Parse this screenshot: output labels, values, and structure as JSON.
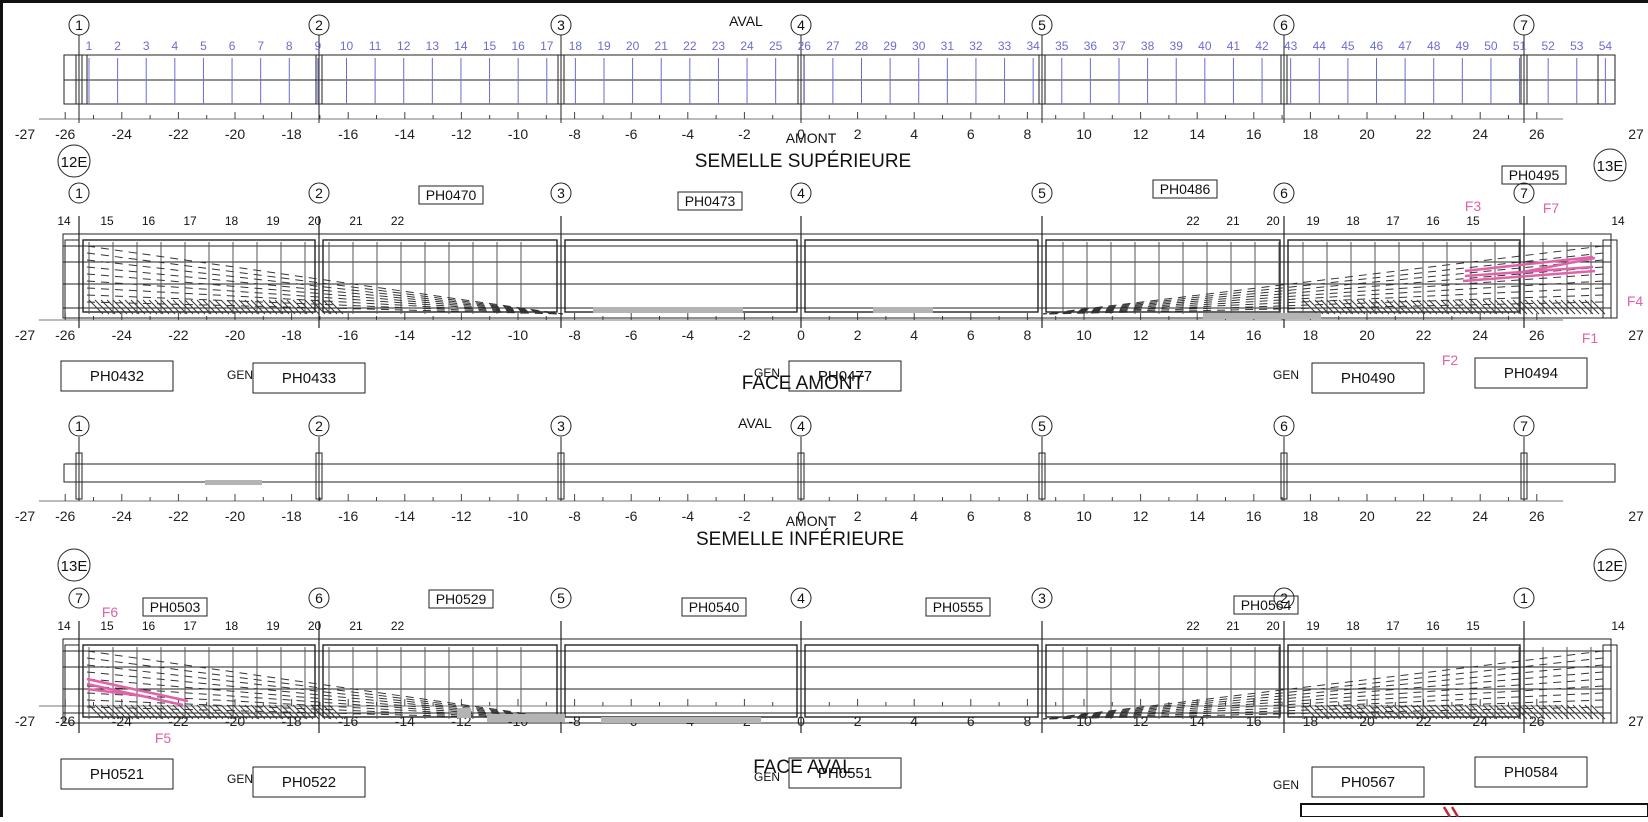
{
  "sections": {
    "upper_chord_plan": {
      "top_label": "AVAL",
      "bottom_label": "AMONT",
      "title": "SEMELLE SUPÉRIEURE"
    },
    "face_amont": {
      "title": "FACE AMONT"
    },
    "lower_chord_plan": {
      "top_label": "AVAL",
      "bottom_label": "AMONT",
      "title": "SEMELLE INFÉRIEURE"
    },
    "face_aval": {
      "title": "FACE AVAL"
    }
  },
  "scale_ticks": [
    "-27",
    "-26",
    "-24",
    "-22",
    "-20",
    "-18",
    "-16",
    "-14",
    "-12",
    "-10",
    "-8",
    "-6",
    "-4",
    "-2",
    "0",
    "2",
    "4",
    "6",
    "8",
    "10",
    "12",
    "14",
    "16",
    "18",
    "20",
    "22",
    "24",
    "26",
    "27"
  ],
  "panel_numbers": [
    "1",
    "2",
    "3",
    "4",
    "5",
    "6",
    "7",
    "8",
    "9",
    "10",
    "11",
    "12",
    "13",
    "14",
    "15",
    "16",
    "17",
    "18",
    "19",
    "20",
    "21",
    "22",
    "23",
    "24",
    "25",
    "26",
    "27",
    "28",
    "29",
    "30",
    "31",
    "32",
    "33",
    "34",
    "35",
    "36",
    "37",
    "38",
    "39",
    "40",
    "41",
    "42",
    "43",
    "44",
    "45",
    "46",
    "47",
    "48",
    "49",
    "50",
    "51",
    "52",
    "53",
    "54"
  ],
  "axes_forward": [
    "1",
    "2",
    "3",
    "4",
    "5",
    "6",
    "7"
  ],
  "axes_reverse": [
    "7",
    "6",
    "5",
    "4",
    "3",
    "2",
    "1"
  ],
  "piers": {
    "amont_left": "12E",
    "amont_right": "13E",
    "aval_left": "13E",
    "aval_right": "12E"
  },
  "stiffeners_left": [
    "14",
    "15",
    "16",
    "17",
    "18",
    "19",
    "20",
    "21",
    "22"
  ],
  "stiffeners_right": [
    "22",
    "21",
    "20",
    "19",
    "18",
    "17",
    "16",
    "15",
    "14"
  ],
  "face_amont_photos": {
    "boxed": [
      "PH0470",
      "PH0473",
      "PH0486",
      "PH0495"
    ],
    "below": [
      "PH0432",
      "PH0433",
      "PH0477",
      "PH0490",
      "PH0494"
    ]
  },
  "face_aval_photos": {
    "boxed": [
      "PH0503",
      "PH0529",
      "PH0540",
      "PH0555",
      "PH0564"
    ],
    "below": [
      "PH0521",
      "PH0522",
      "PH0551",
      "PH0567",
      "PH0584"
    ]
  },
  "gen_label": "GEN",
  "cracks_amont": [
    "F3",
    "F7",
    "F4",
    "F1",
    "F2"
  ],
  "cracks_aval": [
    "F6",
    "F5"
  ],
  "colors": {
    "line": "#222222",
    "panel_numbers": "#6b6bd6",
    "crack": "#e062a8",
    "corrosion": "#b4b4b4"
  }
}
